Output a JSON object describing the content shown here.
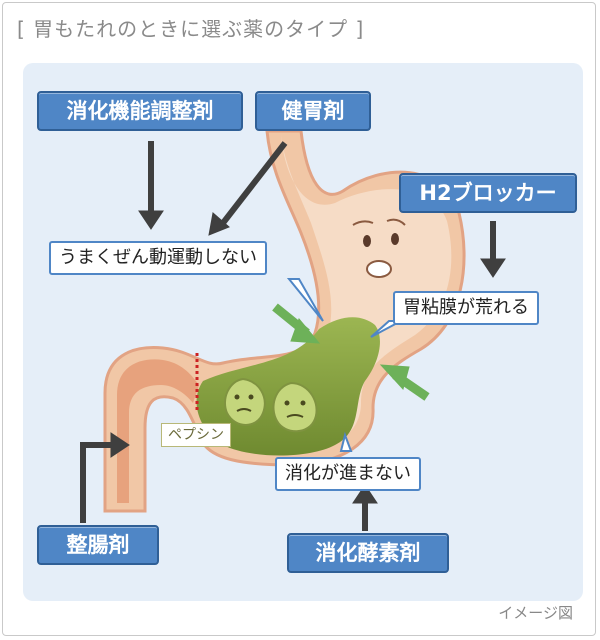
{
  "title": "[ 胃もたれのときに選ぶ薬のタイプ ]",
  "labels": {
    "digestive_function": "消化機能調整剤",
    "stomachic": "健胃剤",
    "h2_blocker": "H2ブロッカー",
    "intestinal": "整腸剤",
    "digestive_enzyme": "消化酵素剤"
  },
  "callouts": {
    "peristalsis": "うまくぜん動運動しない",
    "mucosa": "胃粘膜が荒れる",
    "not_digesting": "消化が進まない"
  },
  "pepsin": "ペプシン",
  "caption": "イメージ図",
  "colors": {
    "label_fill": "#4f86c6",
    "stomach_fill": "#f1c7a6",
    "contents_fill": "#8fa64a",
    "arrow_green": "#6db159",
    "arrow_dark": "#3f3f3f",
    "pepsin_line": "#cc2222"
  },
  "icons": [
    "arrow-down-icon",
    "arrow-diagonal-icon",
    "arrow-up-icon",
    "arrow-elbow-icon",
    "green-arrow-icon",
    "food-face-icon",
    "stomach-face-icon"
  ]
}
